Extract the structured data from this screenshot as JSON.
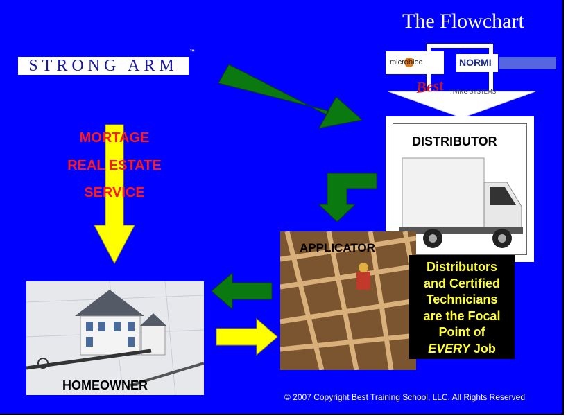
{
  "slide": {
    "title": "The Flowchart",
    "logo_text": "STRONG ARM",
    "logo_tm": "™",
    "services": [
      "MORTAGE",
      "REAL ESTATE",
      "SERVICE"
    ],
    "distributor_label": "DISTRIBUTOR",
    "applicator_label": "APPLICATOR",
    "homeowner_label": "HOMEOWNER",
    "notice": {
      "line1": "Distributors",
      "line2": "and Certified",
      "line3": "Technicians",
      "line4": "are the Focal",
      "line5": "Point of",
      "line6_emph": "EVERY",
      "line6_rest": "Job"
    },
    "brands": {
      "microbloc": "microbloc",
      "normi": "NORMI",
      "best": "Best",
      "best_sub": "TIVING SYSTEMS"
    },
    "copyright": "© 2007 Copyright Best Training School, LLC. All Rights Reserved"
  },
  "colors": {
    "background": "#0000ff",
    "red_text": "#ff1a1a",
    "green_arrow": "#0a7a10",
    "yellow_arrow": "#ffff00",
    "notice_text": "#ffff33"
  }
}
